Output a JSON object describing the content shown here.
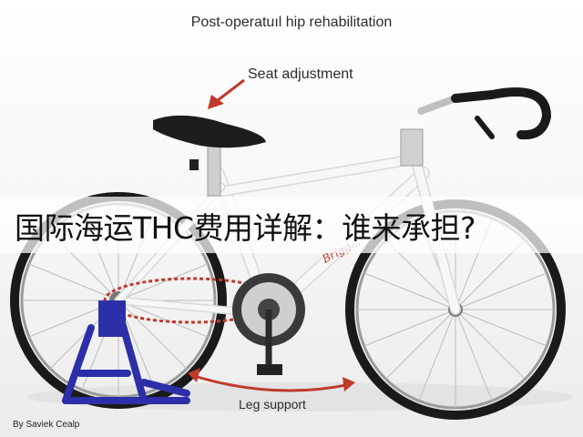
{
  "image": {
    "title": "Post-operatuıl hip rehabilitation",
    "callouts": {
      "seat": "Seat adjustment",
      "leg": "Leg support"
    },
    "credit": "By Saviek Cealp",
    "brand_on_frame": "Brigg...",
    "overlay_caption": "国际海运THC费用详解：谁来承担?"
  },
  "colors": {
    "frame": "#f7f7f7",
    "stand": "#2d2fa8",
    "arrow": "#c0392b",
    "chain": "#c0392b",
    "tire": "#1a1a1a"
  }
}
